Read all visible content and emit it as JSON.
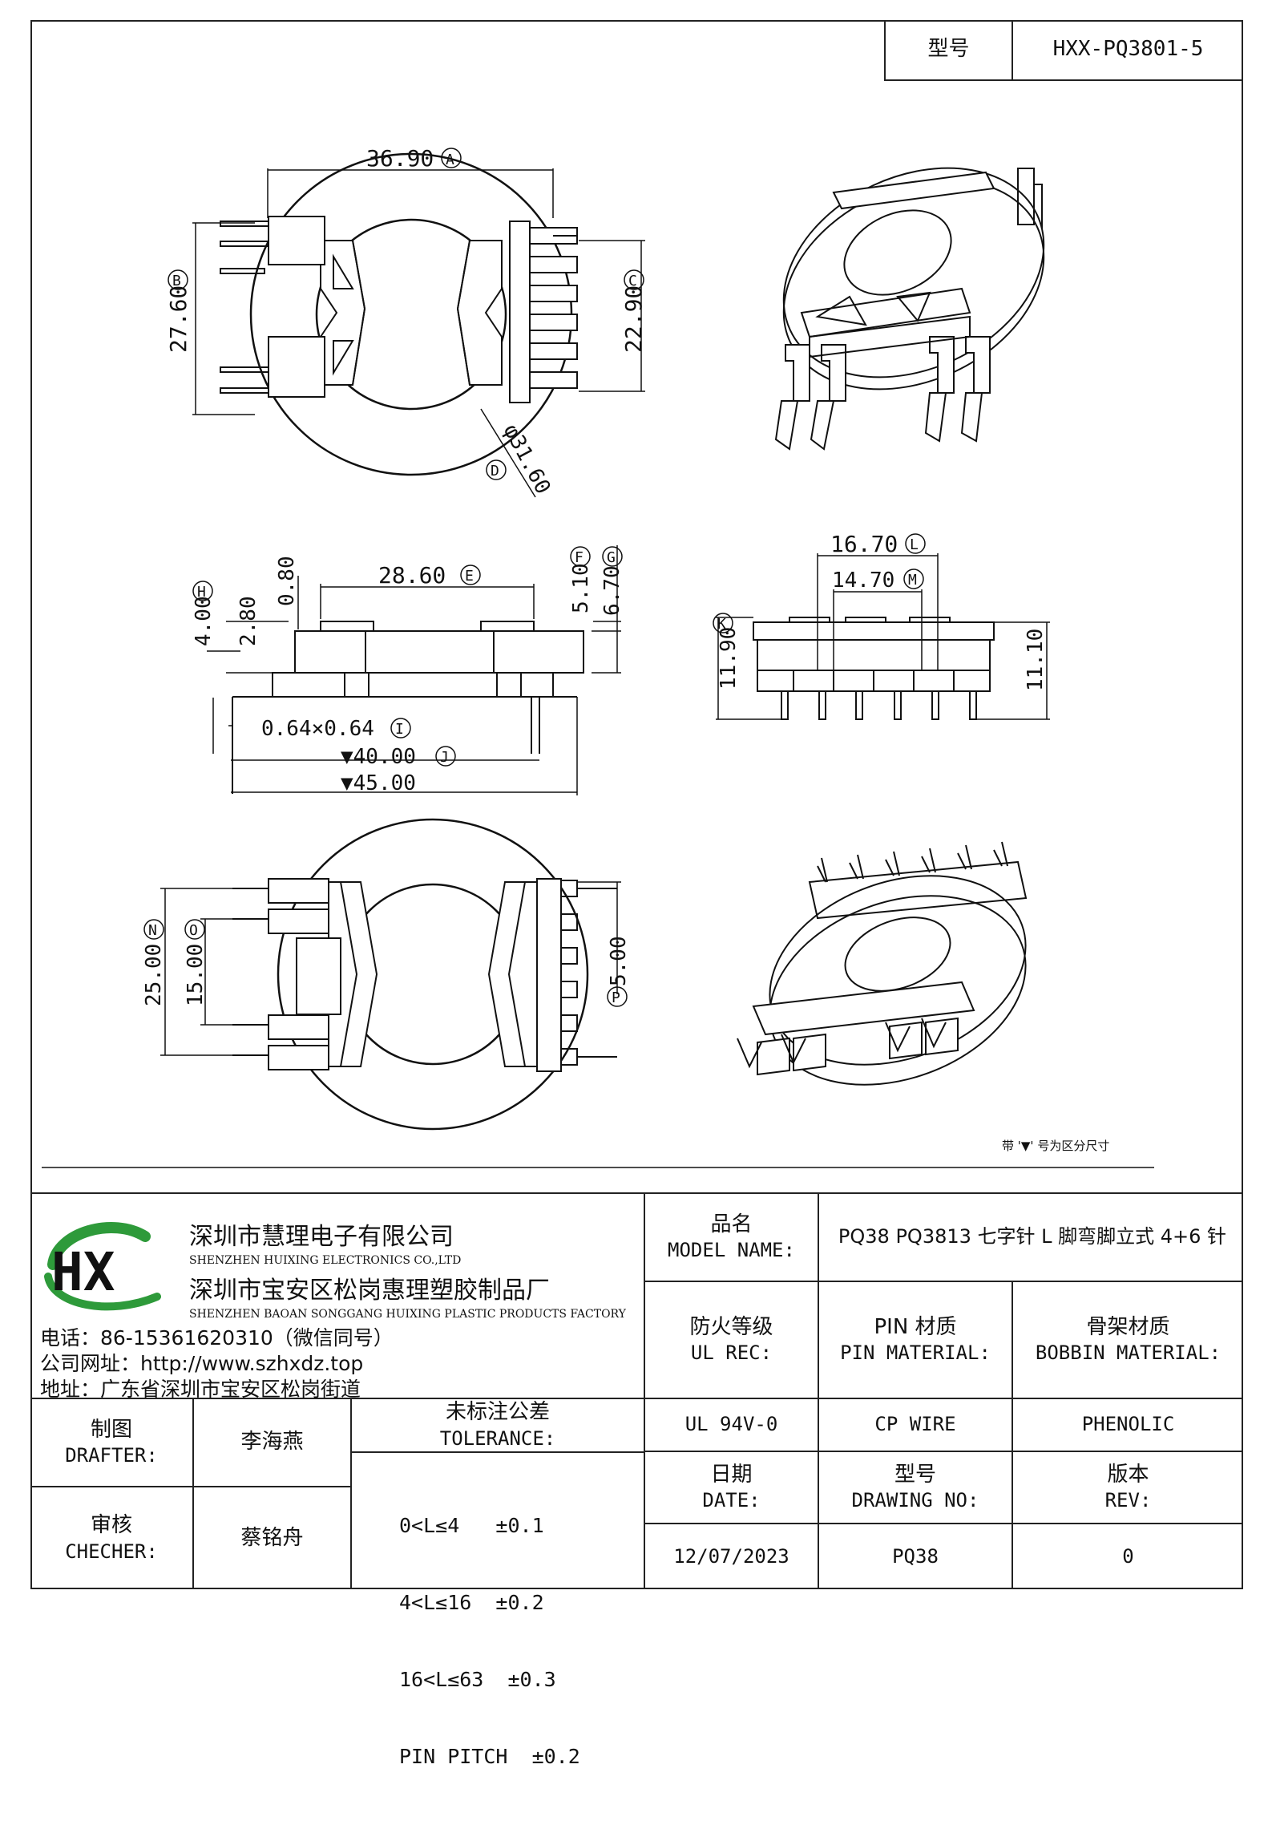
{
  "header": {
    "model_label": "型号",
    "model_value": "HXX-PQ3801-5"
  },
  "dimensions": {
    "A": "36.90",
    "B": "27.60",
    "C": "22.90",
    "D": "φ31.60",
    "E": "28.60",
    "F": "5.10",
    "G": "6.70",
    "H": "4.00",
    "d280": "2.80",
    "d080": "0.80",
    "I": "0.64×0.64",
    "J": "▼40.00",
    "d4500": "▼45.00",
    "K": "11.90",
    "d1110": "11.10",
    "L": "16.70",
    "M": "14.70",
    "N": "25.00",
    "O": "15.00",
    "P": "5.00"
  },
  "markers": {
    "A": "A",
    "B": "B",
    "C": "C",
    "D": "D",
    "E": "E",
    "F": "F",
    "G": "G",
    "H": "H",
    "I": "I",
    "J": "J",
    "K": "K",
    "L": "L",
    "M": "M",
    "N": "N",
    "O": "O",
    "P": "P"
  },
  "drawing_note": "带 '▼' 号为区分尺寸",
  "company": {
    "name_cn": "深圳市慧理电子有限公司",
    "name_en": "SHENZHEN HUIXING ELECTRONICS CO.,LTD",
    "factory_cn": "深圳市宝安区松岗惠理塑胶制品厂",
    "factory_en": "SHENZHEN BAOAN SONGGANG HUIXING PLASTIC PRODUCTS FACTORY",
    "phone": "电话：86-15361620310（微信同号）",
    "website": "公司网址：http://www.szhxdz.top",
    "address": "地址：广东省深圳市宝安区松岗街道",
    "logo_text": "HX",
    "colors": {
      "green": "#2e9a3a",
      "yellow": "#d8c21a"
    }
  },
  "titleblock": {
    "model_name_cn": "品名",
    "model_name_en": "MODEL NAME:",
    "model_name_value": "PQ38 PQ3813 七字针 L 脚弯脚立式 4+6 针",
    "ul_cn": "防火等级",
    "ul_en": "UL REC:",
    "pin_cn": "PIN 材质",
    "pin_en": "PIN MATERIAL:",
    "bobbin_cn": "骨架材质",
    "bobbin_en": "BOBBIN MATERIAL:",
    "ul_value": "UL 94V-0",
    "pin_value": "CP WIRE",
    "bobbin_value": "PHENOLIC",
    "drafter_cn": "制图",
    "drafter_en": "DRAFTER:",
    "drafter_name": "李海燕",
    "checker_cn": "审核",
    "checker_en": "CHECHER:",
    "checker_name": "蔡铭舟",
    "tolerance_cn": "未标注公差",
    "tolerance_en": "TOLERANCE:",
    "tolerance_lines": [
      "0<L≤4   ±0.1",
      "4<L≤16  ±0.2",
      "16<L≤63  ±0.3",
      "PIN PITCH  ±0.2"
    ],
    "date_cn": "日期",
    "date_en": "DATE:",
    "date_value": "12/07/2023",
    "drawing_cn": "型号",
    "drawing_en": "DRAWING NO:",
    "drawing_value": "PQ38",
    "rev_cn": "版本",
    "rev_en": "REV:",
    "rev_value": "0"
  }
}
